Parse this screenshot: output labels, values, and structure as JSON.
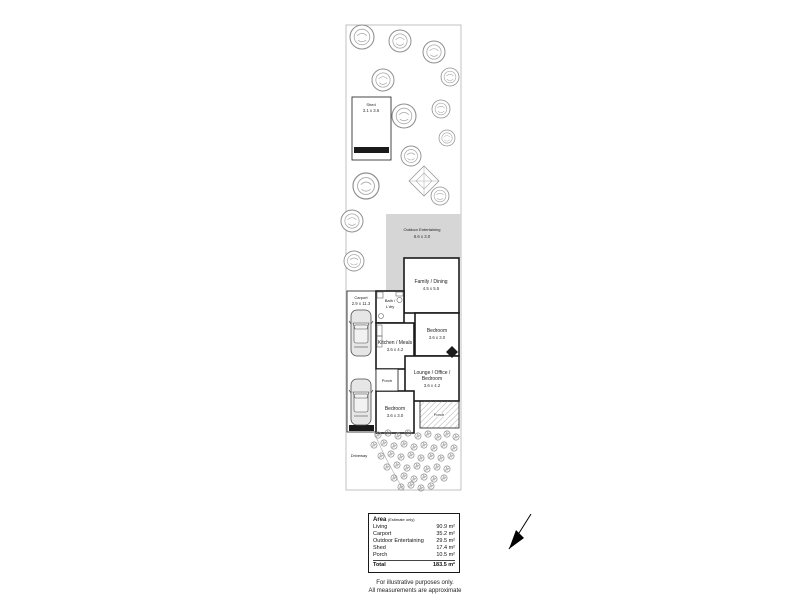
{
  "rooms": {
    "shed": {
      "name": "Shed",
      "dims": "3.1 x 3.6"
    },
    "outdoor": {
      "name": "Outdoor Entertaining",
      "dims": "8.6 x 3.0"
    },
    "family": {
      "name": "Family / Dining",
      "dims": "4.5 x 5.5"
    },
    "bath": {
      "line1": "Bath /",
      "line2": "L'dry"
    },
    "carport": {
      "name": "Carport",
      "dims": "2.9 x 11.3"
    },
    "kitchen": {
      "name": "Kitchen / Meals",
      "dims": "3.6 x 4.2"
    },
    "bedroom_upper": {
      "name": "Bedroom",
      "dims": "3.6 x 3.0"
    },
    "lounge": {
      "line1": "Lounge / Office /",
      "line2": "Bedroom",
      "dims": "3.6 x 4.2"
    },
    "bedroom_lower": {
      "name": "Bedroom",
      "dims": "3.6 x 3.0"
    },
    "porch_side": {
      "name": "Porch"
    },
    "porch_front": {
      "name": "Porch"
    },
    "driveway": {
      "name": "Driveway"
    }
  },
  "legend": {
    "title": "Area",
    "subtitle": "(Estimate only)",
    "rows": [
      {
        "label": "Living",
        "value": "90.9 m²"
      },
      {
        "label": "Carport",
        "value": "35.2 m²"
      },
      {
        "label": "Outdoor Entertaining",
        "value": "29.5 m²"
      },
      {
        "label": "Shed",
        "value": "17.4 m²"
      },
      {
        "label": "Porch",
        "value": "10.5 m²"
      }
    ],
    "total_label": "Total",
    "total_value": "183.5 m²"
  },
  "disclaimer": {
    "line1": "For illustrative purposes only.",
    "line2": "All measurements are approximate"
  },
  "colors": {
    "wall": "#1a1a1a",
    "outdoor_fill": "#d6d6d6",
    "tree_stroke": "#8f8f8f",
    "boundary": "#bbbbbb"
  }
}
